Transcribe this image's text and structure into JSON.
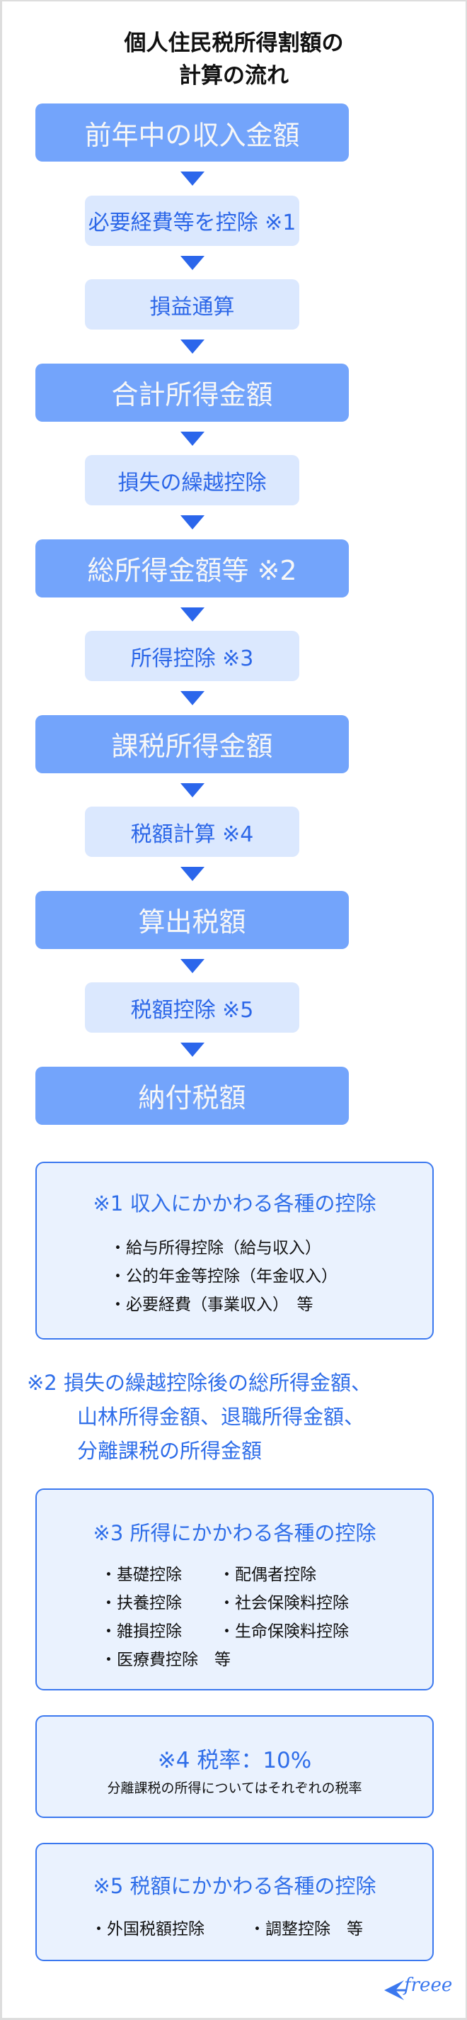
{
  "title": {
    "line1": "個人住民税所得割額の",
    "line2": "計算の流れ"
  },
  "flow": [
    {
      "type": "big",
      "label": "前年中の収入金額"
    },
    {
      "type": "small",
      "label": "必要経費等を控除 ※1"
    },
    {
      "type": "small",
      "label": "損益通算"
    },
    {
      "type": "big",
      "label": "合計所得金額"
    },
    {
      "type": "small",
      "label": "損失の繰越控除"
    },
    {
      "type": "big",
      "label": "総所得金額等 ※2"
    },
    {
      "type": "small",
      "label": "所得控除 ※3"
    },
    {
      "type": "big",
      "label": "課税所得金額"
    },
    {
      "type": "small",
      "label": "税額計算 ※4"
    },
    {
      "type": "big",
      "label": "算出税額"
    },
    {
      "type": "small",
      "label": "税額控除 ※5"
    },
    {
      "type": "big",
      "label": "納付税額"
    }
  ],
  "notes": {
    "n1": {
      "title": "※1 収入にかかわる各種の控除",
      "items": [
        "・給与所得控除（給与収入）",
        "・公的年金等控除（年金収入）",
        "・必要経費（事業収入）　等"
      ]
    },
    "n2": {
      "lines": [
        "※2 損失の繰越控除後の総所得金額、",
        "山林所得金額、退職所得金額、",
        "分離課税の所得金額"
      ]
    },
    "n3": {
      "title": "※3 所得にかかわる各種の控除",
      "col1": [
        "・基礎控除",
        "・扶養控除",
        "・雑損控除",
        "・医療費控除　等"
      ],
      "col2": [
        "・配偶者控除",
        "・社会保険料控除",
        "・生命保険料控除"
      ]
    },
    "n4": {
      "title": "※4 税率：10%",
      "sub": "分離課税の所得についてはそれぞれの税率"
    },
    "n5": {
      "title": "※5 税額にかかわる各種の控除",
      "items": [
        "・外国税額控除",
        "・調整控除　等"
      ]
    }
  },
  "logo": {
    "text": "freee"
  },
  "colors": {
    "big": "#73a4fb",
    "small": "#dbe8fe",
    "accent": "#2b66eb",
    "note_bg": "#eaf2fe"
  }
}
